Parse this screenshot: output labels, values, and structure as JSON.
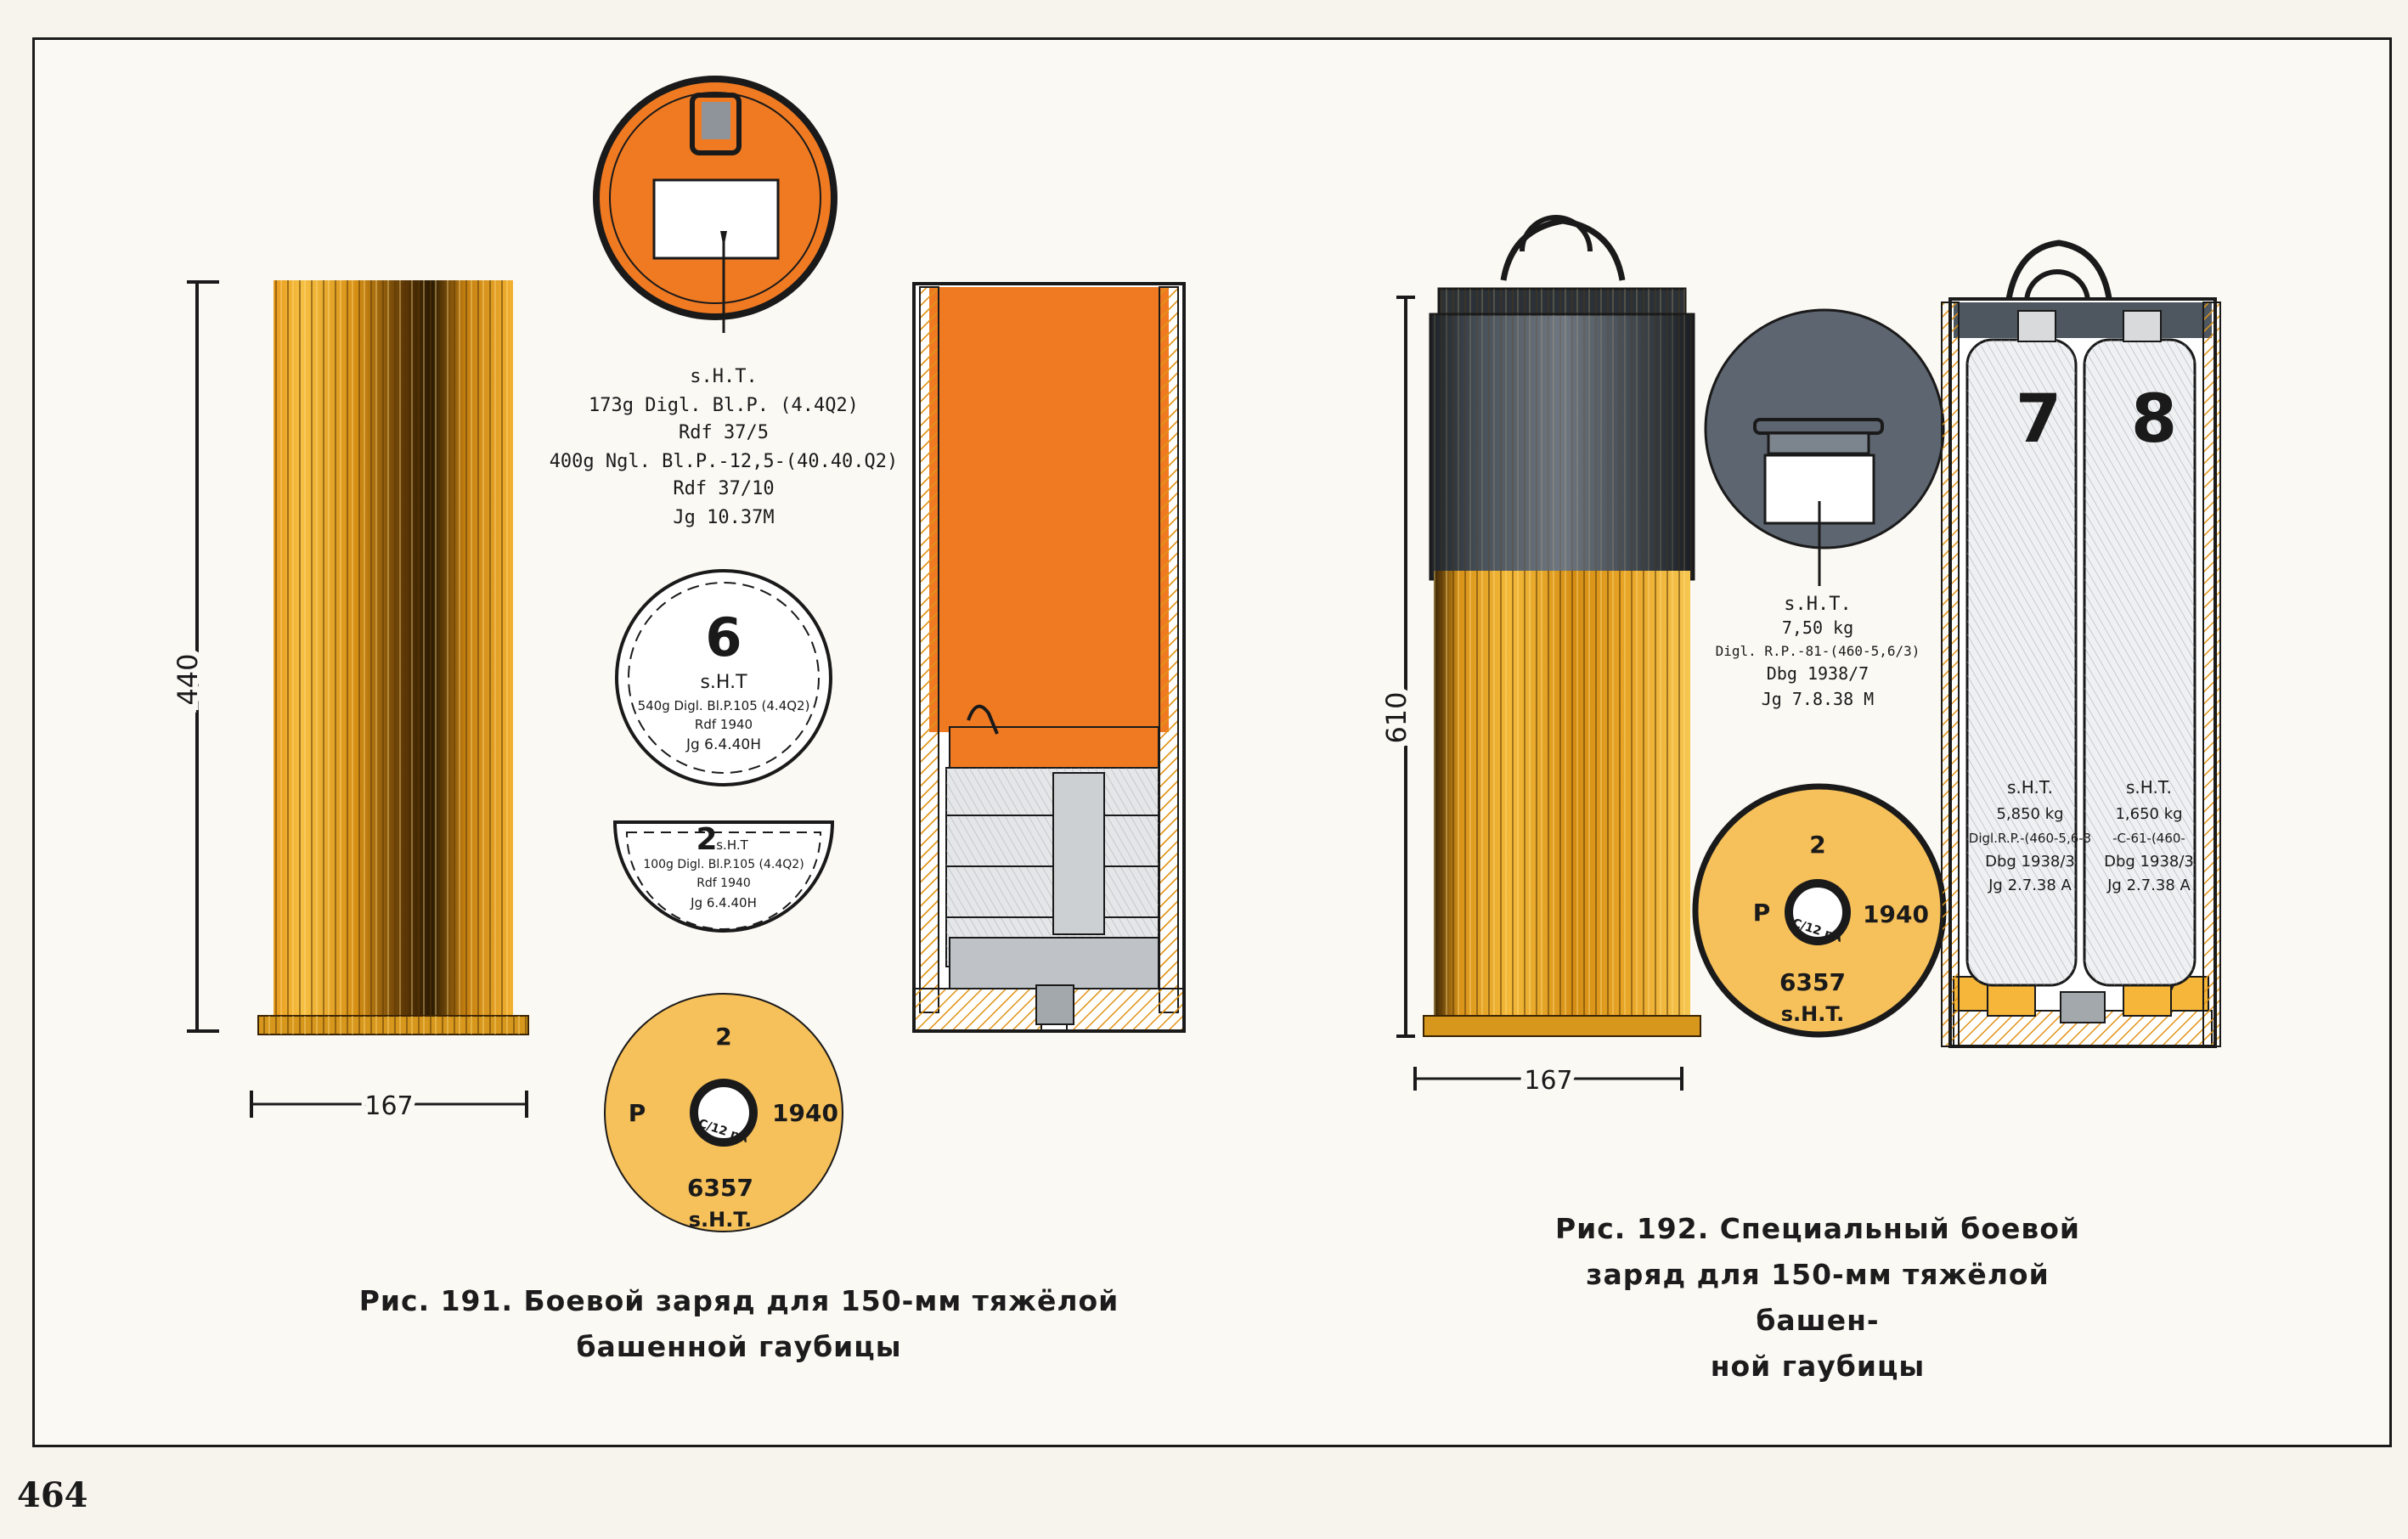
{
  "page_number": "464",
  "fig191": {
    "caption_line1": "Рис. 191. Боевой заряд для 150-мм тяжёлой",
    "caption_line2": "башенной гаубицы",
    "dim_height": "440",
    "dim_width": "167",
    "label": {
      "line1": "s.H.T.",
      "line2": "173g Digl. Bl.P. (4.4Q2)",
      "line3": "Rdf 37/5",
      "line4": "400g Ngl. Bl.P.-12,5-(40.40.Q2)",
      "line5": "Rdf 37/10",
      "line6": "Jg 10.37M"
    },
    "disc6": {
      "number": "6",
      "line1": "s.H.T",
      "line2": "540g Digl. Bl.P.105 (4.4Q2)",
      "line3": "Rdf 1940",
      "line4": "Jg 6.4.40H"
    },
    "half_disc": {
      "number": "2",
      "line1": "s.H.T",
      "line2": "100g Digl. Bl.P.105 (4.4Q2)",
      "line3": "Rdf 1940",
      "line4": "Jg 6.4.40H"
    },
    "base": {
      "top": "2",
      "left": "P",
      "right": "1940",
      "primer": "C/12 nA",
      "number": "6357",
      "code": "s.H.T."
    }
  },
  "fig192": {
    "caption_line1": "Рис. 192. Специальный боевой",
    "caption_line2": "заряд для 150-мм тяжёлой башен-",
    "caption_line3": "ной гаубицы",
    "dim_height": "610",
    "dim_width": "167",
    "lid_label": {
      "line1": "s.H.T.",
      "line2": "7,50 kg",
      "line3": "Digl. R.P.-81-(460-5,6/3)",
      "line4": "Dbg 1938/7",
      "line5": "Jg 7.8.38 M"
    },
    "base": {
      "top": "2",
      "left": "P",
      "right": "1940",
      "primer": "C/12 nA",
      "number": "6357",
      "code": "s.H.T."
    },
    "bag7": {
      "number": "7",
      "line1": "s.H.T.",
      "line2": "5,850 kg",
      "line3": "Digl.R.P.-(460-5,6-3",
      "line4": "Dbg 1938/3",
      "line5": "Jg 2.7.38 A"
    },
    "bag8": {
      "number": "8",
      "line1": "s.H.T.",
      "line2": "1,650 kg",
      "line3": "-C-61-(460-",
      "line4": "Dbg 1938/3",
      "line5": "Jg 2.7.38 A"
    }
  },
  "colors": {
    "brass": "#f0b02c",
    "brass_dark": "#7a4a06",
    "orange_lid": "#f07a22",
    "base_disc": "#f7c15a",
    "gray_lid": "#5d6570",
    "ink": "#1a1a1a"
  }
}
